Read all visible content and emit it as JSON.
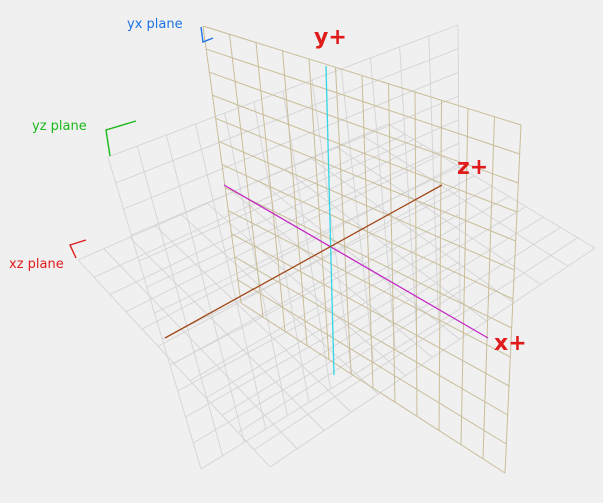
{
  "viewport": {
    "background_color": "#f0f0f0",
    "planes": {
      "yx": {
        "label": "yx plane",
        "color": "#1e73e6",
        "grid_color": "#c9bd98"
      },
      "yz": {
        "label": "yz plane",
        "color": "#1bb81b",
        "grid_color": "#d4d4d4"
      },
      "xz": {
        "label": "xz plane",
        "color": "#e01b1b",
        "grid_color": "#d4d4d4"
      }
    },
    "axes": {
      "x": {
        "label": "x+",
        "color": "#e01b1b",
        "line_color": "#c428c4"
      },
      "y": {
        "label": "y+",
        "color": "#e01b1b",
        "line_color": "#33d6e6"
      },
      "z": {
        "label": "z+",
        "color": "#e01b1b",
        "line_color": "#a24a1c"
      }
    }
  }
}
